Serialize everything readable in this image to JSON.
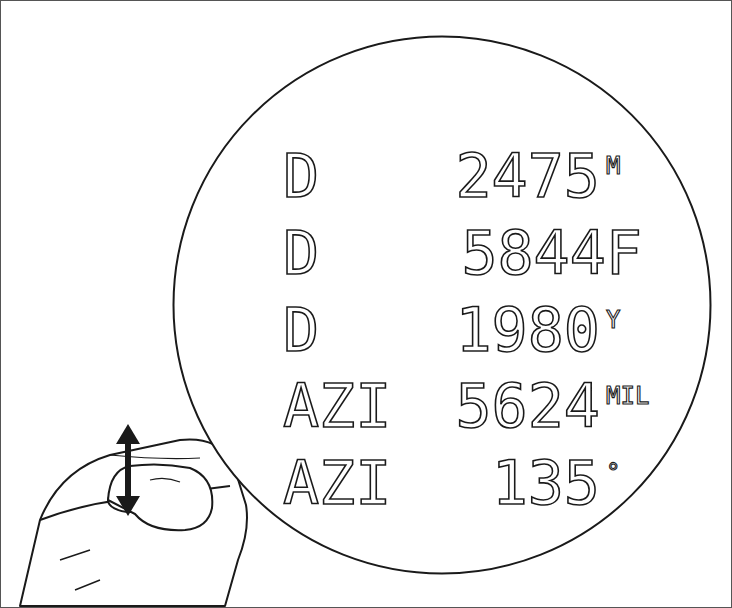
{
  "diagram": {
    "nodes": [
      {
        "text": [
          "D",
          "2475",
          "M",
          "D",
          "5844F",
          "D",
          "1980",
          "Y",
          "AZI",
          "5624",
          "MIL",
          "AZI",
          "135",
          "°"
        ]
      }
    ]
  }
}
